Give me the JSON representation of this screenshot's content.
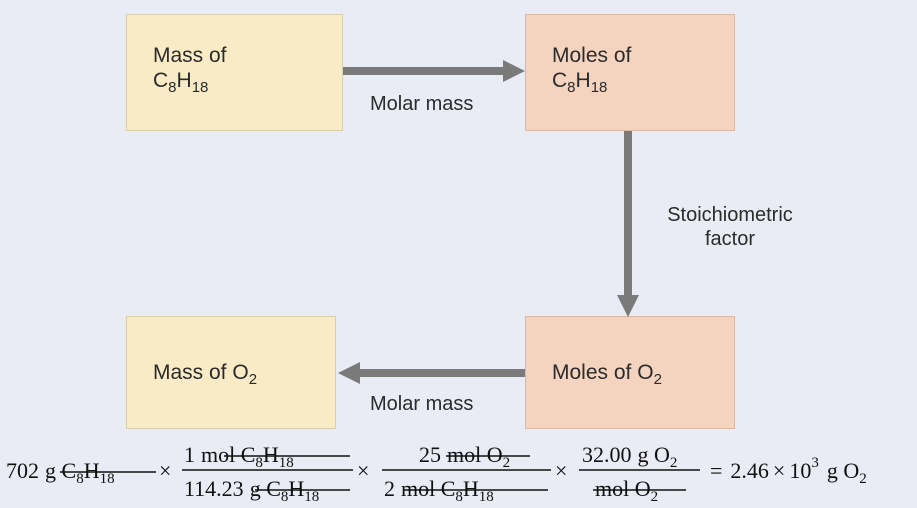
{
  "boxes": {
    "mass_c8h18": {
      "prefix": "Mass of",
      "formula_el1": "C",
      "formula_sub1": "8",
      "formula_el2": "H",
      "formula_sub2": "18"
    },
    "moles_c8h18": {
      "prefix": "Moles of",
      "formula_el1": "C",
      "formula_sub1": "8",
      "formula_el2": "H",
      "formula_sub2": "18"
    },
    "mass_o2": {
      "prefix": "Mass of",
      "formula_el": "O",
      "formula_sub": "2"
    },
    "moles_o2": {
      "prefix": "Moles of",
      "formula_el": "O",
      "formula_sub": "2"
    }
  },
  "arrows": {
    "top_label": "Molar mass",
    "right_label_line1": "Stoichiometric",
    "right_label_line2": "factor",
    "bottom_label": "Molar mass"
  },
  "equation": {
    "lead_value": "702",
    "lead_unit": "g C",
    "lead_sub8": "8",
    "lead_h": "H",
    "lead_sub18": "18",
    "times": "×",
    "f1_num_value": "1",
    "f1_num_unit": "mol C",
    "f1_num_sub8": "8",
    "f1_num_h": "H",
    "f1_num_sub18": "18",
    "f1_den_value": "114.23",
    "f1_den_unit": "g C",
    "f1_den_sub8": "8",
    "f1_den_h": "H",
    "f1_den_sub18": "18",
    "f2_num_value": "25",
    "f2_num_unit": "mol O",
    "f2_num_sub": "2",
    "f2_den_value": "2",
    "f2_den_unit": "mol C",
    "f2_den_sub8": "8",
    "f2_den_h": "H",
    "f2_den_sub18": "18",
    "f3_num_value": "32.00",
    "f3_num_unit": "g O",
    "f3_num_sub": "2",
    "f3_den_unit": "mol O",
    "f3_den_sub": "2",
    "equals": "=",
    "result_mantissa": "2.46",
    "result_times": "×",
    "result_base": "10",
    "result_exp": "3",
    "result_unit": "g O",
    "result_sub": "2"
  },
  "colors": {
    "mass_box": "#f9ebc6",
    "moles_box": "#f4d3bf",
    "arrow": "#7a7a7a",
    "background": "#eaecf5"
  }
}
